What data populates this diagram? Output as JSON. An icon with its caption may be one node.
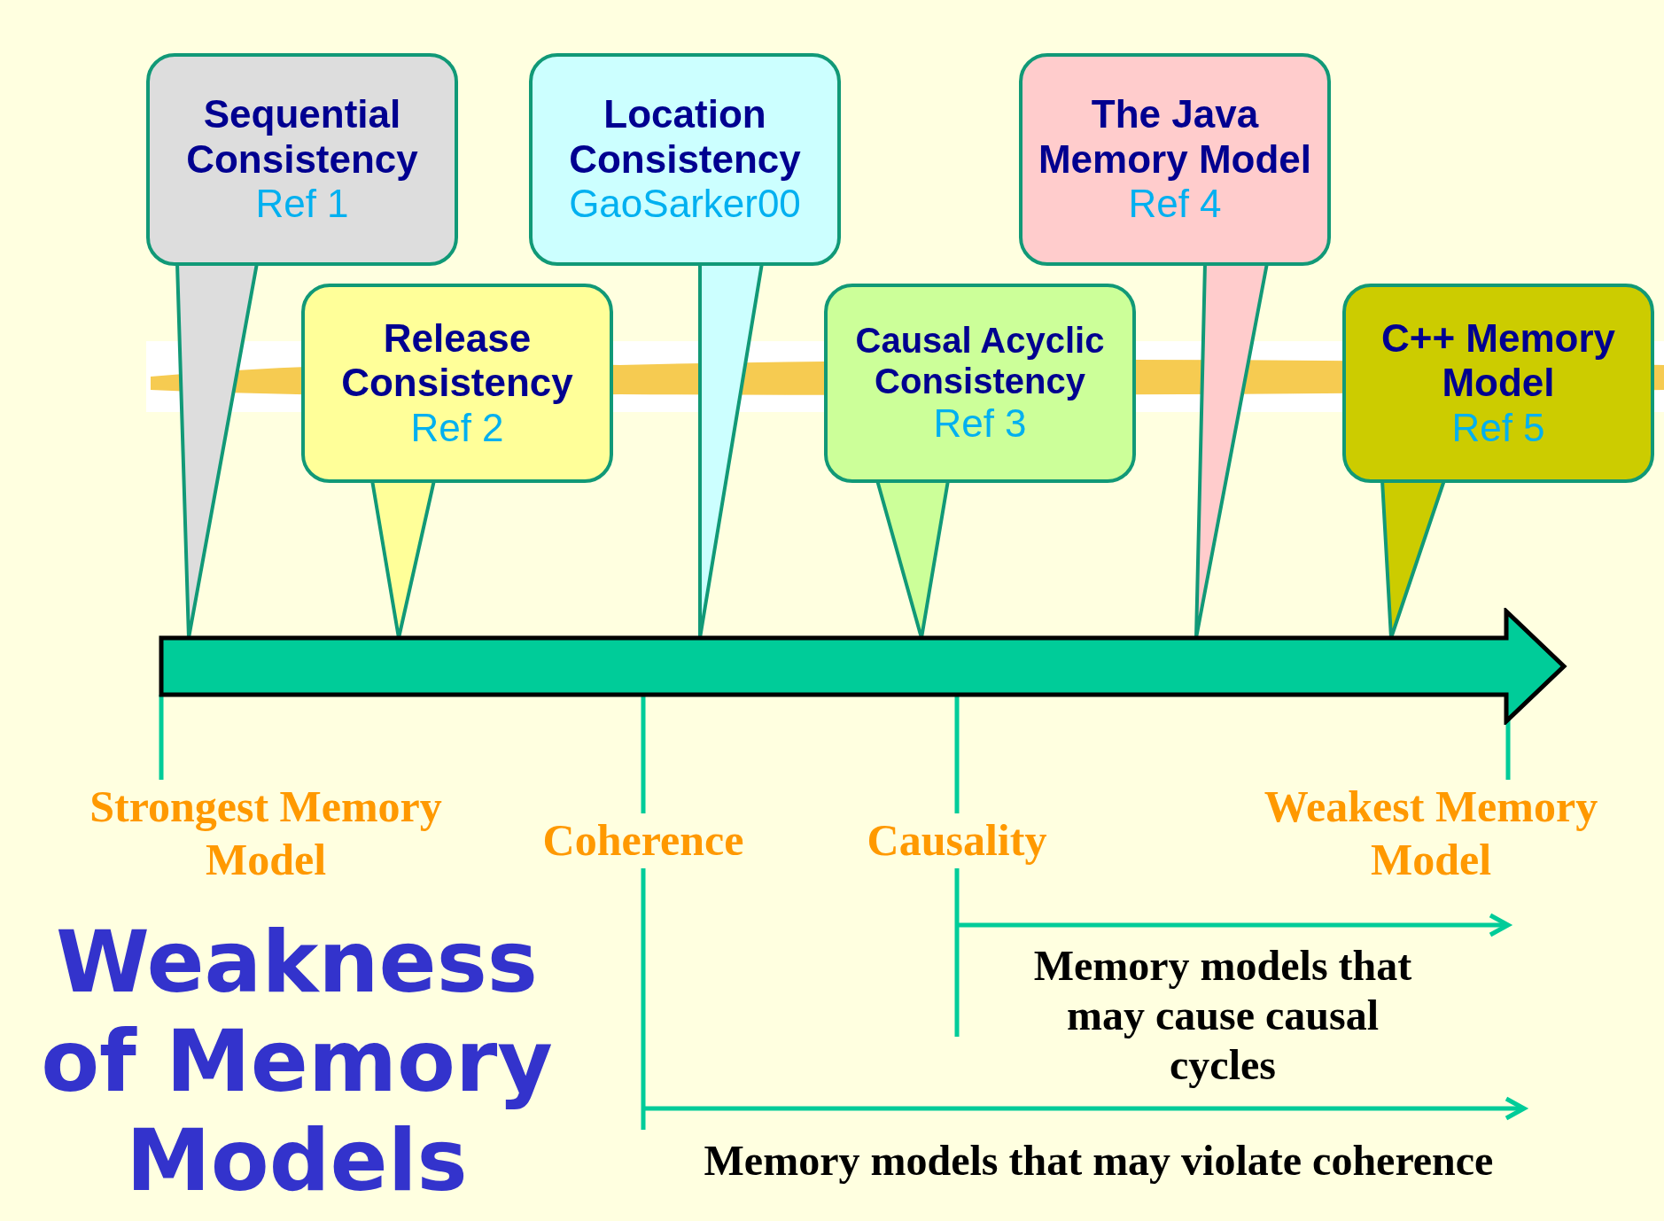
{
  "diagram": {
    "title": "Weakness of Memory Models",
    "nodes": [
      {
        "text": [
          "Sequential Consistency",
          "Ref 1"
        ]
      },
      {
        "text": [
          "Release Consistency",
          "Ref 2"
        ]
      },
      {
        "text": [
          "Location Consistency",
          "GaoSarker00"
        ]
      },
      {
        "text": [
          "Causal Acyclic Consistency",
          "Ref 3"
        ]
      },
      {
        "text": [
          "The Java Memory Model",
          "Ref 4"
        ]
      },
      {
        "text": [
          "C++ Memory Model",
          "Ref 5"
        ]
      },
      {
        "text": [],
        "shape": "arrow"
      },
      {
        "text": [
          "Strongest Memory Model"
        ]
      },
      {
        "text": [
          "Coherence"
        ]
      },
      {
        "text": [
          "Causality"
        ]
      },
      {
        "text": [
          "Weakest Memory Model"
        ]
      }
    ],
    "edges": [
      {
        "from": 0,
        "to": 6,
        "arrow": "none"
      },
      {
        "from": 1,
        "to": 6,
        "arrow": "none"
      },
      {
        "from": 2,
        "to": 6,
        "arrow": "none"
      },
      {
        "from": 3,
        "to": 6,
        "arrow": "none"
      },
      {
        "from": 4,
        "to": 6,
        "arrow": "none"
      },
      {
        "from": 5,
        "to": 6,
        "arrow": "none"
      },
      {
        "from": 6,
        "to": 7,
        "arrow": "none"
      },
      {
        "from": 6,
        "to": 8,
        "arrow": "none"
      },
      {
        "from": 6,
        "to": 9,
        "arrow": "none"
      },
      {
        "from": 6,
        "to": 10,
        "arrow": "none"
      },
      {
        "from": 9,
        "to": 10,
        "arrow": "to"
      },
      {
        "from": 8,
        "to": null,
        "arrow": "to"
      }
    ],
    "labels": [
      "Memory models that may cause causal cycles",
      "Memory models that may violate coherence"
    ]
  }
}
